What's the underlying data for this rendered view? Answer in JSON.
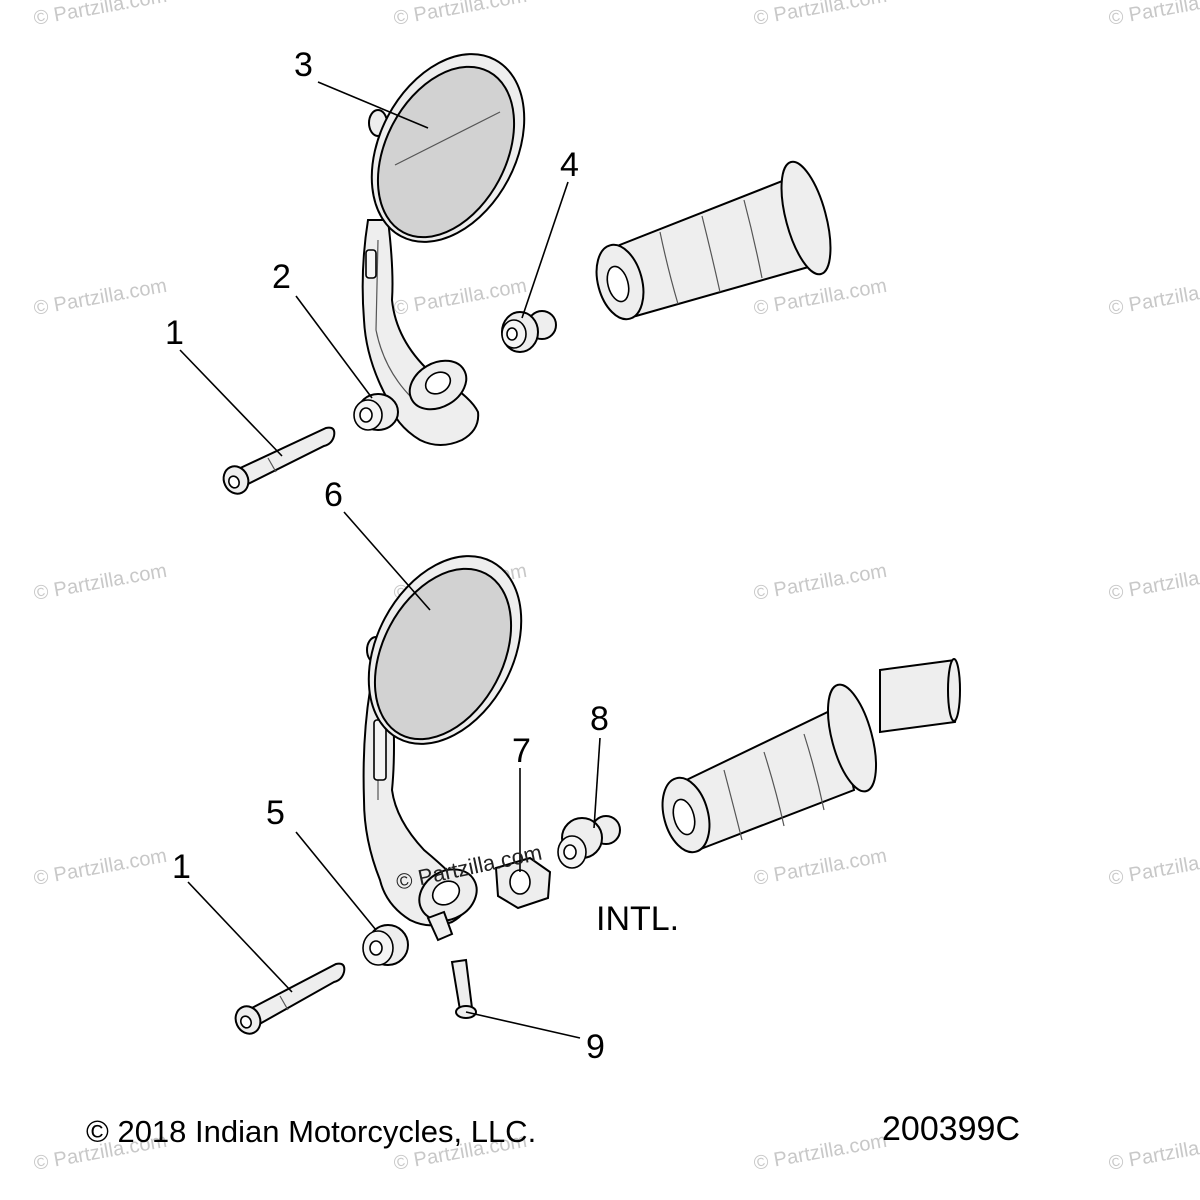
{
  "watermark": {
    "text": "© Partzilla.com"
  },
  "callouts": {
    "c1_top": "1",
    "c2": "2",
    "c3": "3",
    "c4": "4",
    "c1_bottom": "1",
    "c5": "5",
    "c6": "6",
    "c7": "7",
    "c8": "8",
    "c9": "9"
  },
  "region_label": "INTL.",
  "footer": {
    "copyright": "© 2018 Indian Motorcycles, LLC.",
    "diagram_number": "200399C"
  }
}
